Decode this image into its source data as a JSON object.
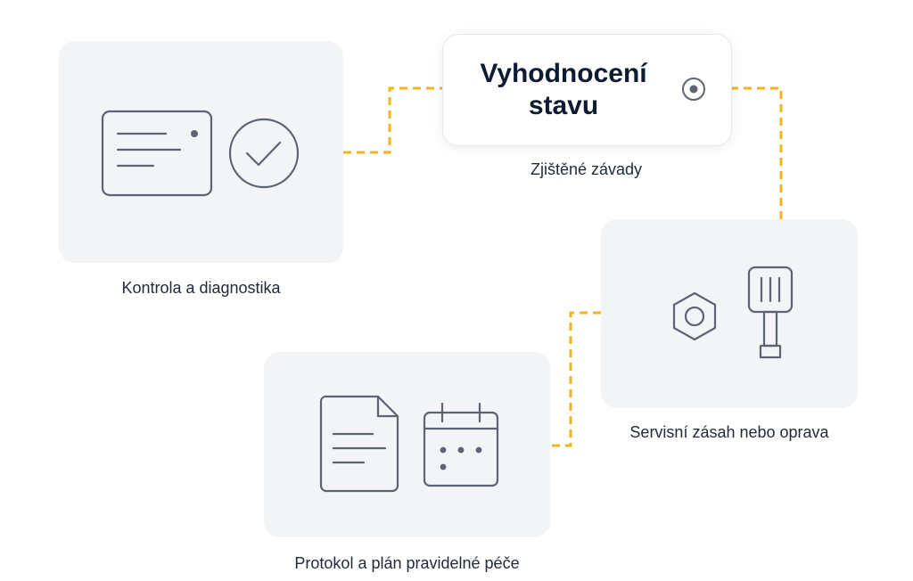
{
  "steps": [
    {
      "label": "Kontrola a diagnostika"
    },
    {
      "title": "Vyhodnocení stavu",
      "caption": "Zjištěné závady"
    },
    {
      "label": "Servisní zásah nebo oprava"
    },
    {
      "label": "Protokol a plán pravidelné péče"
    }
  ],
  "colors": {
    "connector": "#f5b41c",
    "icon_stroke": "#5c6474",
    "card_bg": "#f3f4f6"
  },
  "icons": [
    "document-card-icon",
    "checkmark-circle-icon",
    "radio-target-icon",
    "hex-nut-icon",
    "screwdriver-icon",
    "file-document-icon",
    "calendar-icon"
  ]
}
